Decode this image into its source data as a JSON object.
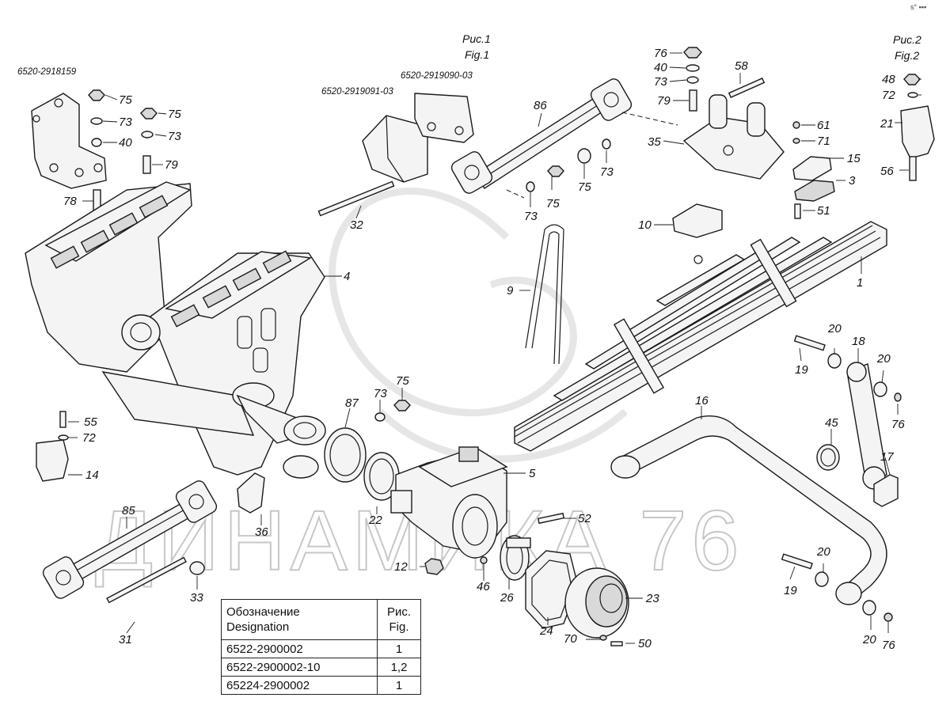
{
  "figures": [
    {
      "title": "Рис.1",
      "subtitle": "Fig.1"
    },
    {
      "title": "Рис.2",
      "subtitle": "Fig.2"
    }
  ],
  "part_codes": [
    "6520-2918159",
    "6520-2919091-03",
    "6520-2919090-03"
  ],
  "watermark": "ДИНАМИКА 76",
  "corner_mark": "s° ▪▪▪",
  "callouts": [
    "75",
    "73",
    "40",
    "75",
    "73",
    "79",
    "78",
    "76",
    "40",
    "73",
    "79",
    "58",
    "35",
    "86",
    "73",
    "75",
    "75",
    "73",
    "32",
    "48",
    "72",
    "21",
    "56",
    "61",
    "71",
    "15",
    "3",
    "51",
    "10",
    "1",
    "9",
    "4",
    "87",
    "73",
    "75",
    "5",
    "55",
    "72",
    "14",
    "85",
    "36",
    "22",
    "52",
    "12",
    "46",
    "26",
    "31",
    "33",
    "24",
    "70",
    "50",
    "23",
    "16",
    "45",
    "17",
    "18",
    "20",
    "20",
    "19",
    "76",
    "20",
    "19",
    "20",
    "76"
  ],
  "table": {
    "header": {
      "designation": "Обозначение\nDesignation",
      "figure": "Рис.\nFig."
    },
    "rows": [
      {
        "designation": "6522-2900002",
        "figure": "1"
      },
      {
        "designation": "6522-2900002-10",
        "figure": "1,2"
      },
      {
        "designation": "65224-2900002",
        "figure": "1"
      }
    ]
  }
}
